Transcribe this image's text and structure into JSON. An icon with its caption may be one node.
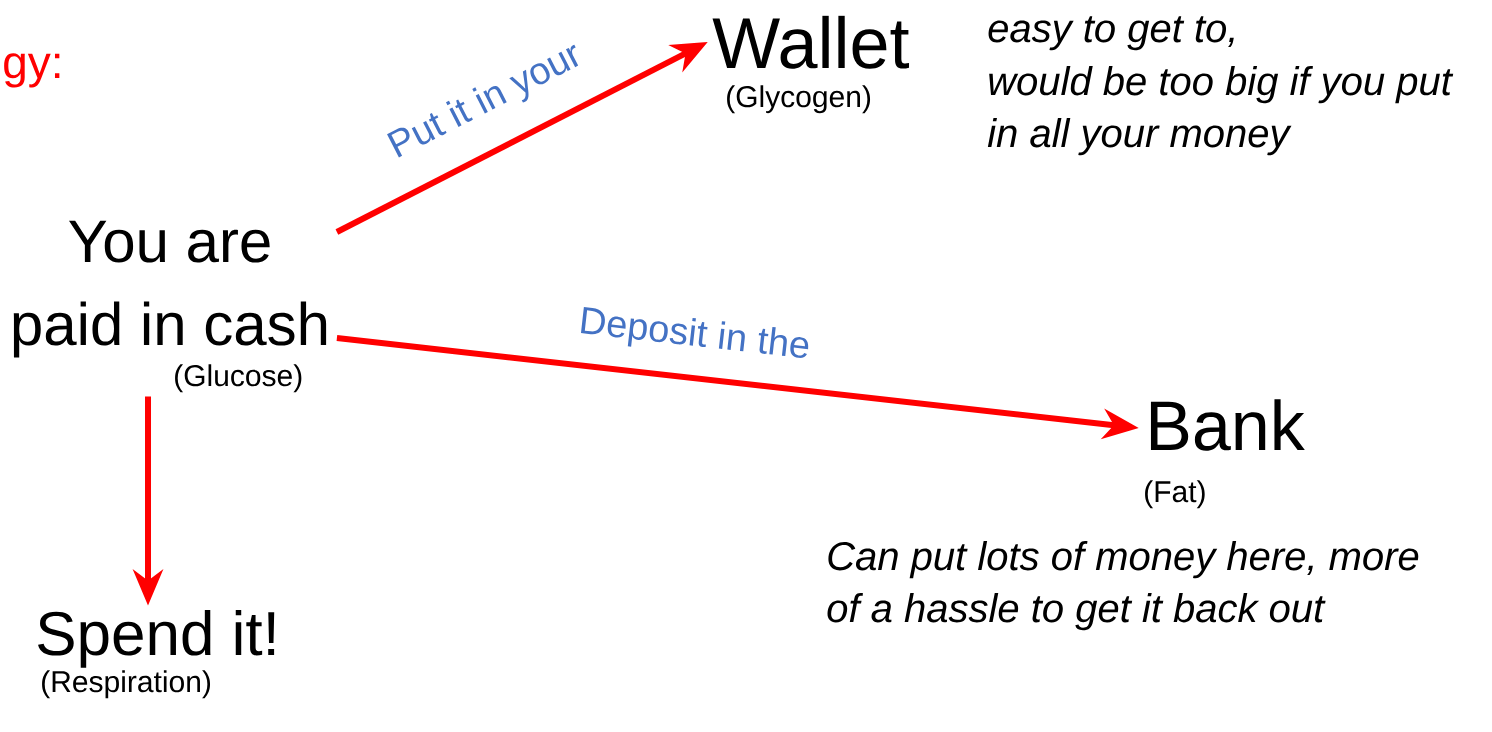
{
  "diagram": {
    "title": "gy:",
    "nodes": [
      {
        "text": [
          "You are paid in cash",
          "(Glucose)"
        ]
      },
      {
        "text": [
          "Wallet",
          "(Glycogen)"
        ],
        "beside": [
          "easy to get to,",
          "would be too big if you put in all your money"
        ]
      },
      {
        "text": [
          "Bank",
          "(Fat)"
        ],
        "beside": [
          "Can put lots of money here, more of a hassle to get it back out"
        ]
      },
      {
        "text": [
          "Spend it!",
          "(Respiration)"
        ]
      }
    ],
    "edges": [
      {
        "from": 0,
        "to": 1,
        "arrow": "to",
        "label": "Put it in your"
      },
      {
        "from": 0,
        "to": 2,
        "arrow": "to",
        "label": "Deposit in the"
      },
      {
        "from": 0,
        "to": 3,
        "arrow": "to"
      }
    ]
  }
}
